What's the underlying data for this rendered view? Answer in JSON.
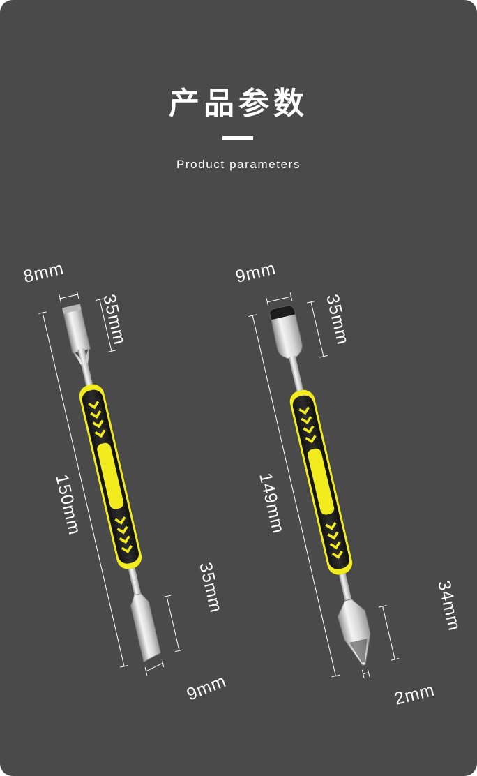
{
  "header": {
    "title": "产品参数",
    "subtitle": "Product parameters"
  },
  "tool_left": {
    "top_width": "8mm",
    "top_length": "35mm",
    "total_length": "150mm",
    "bottom_length": "35mm",
    "bottom_width": "9mm"
  },
  "tool_right": {
    "top_width": "9mm",
    "top_length": "35mm",
    "total_length": "149mm",
    "bottom_length": "34mm",
    "bottom_width": "2mm"
  },
  "colors": {
    "background": "#4a4a4b",
    "handle_black": "#1d1d1d",
    "handle_yellow": "#f2ec1e",
    "metal": "#dcdcdc"
  }
}
